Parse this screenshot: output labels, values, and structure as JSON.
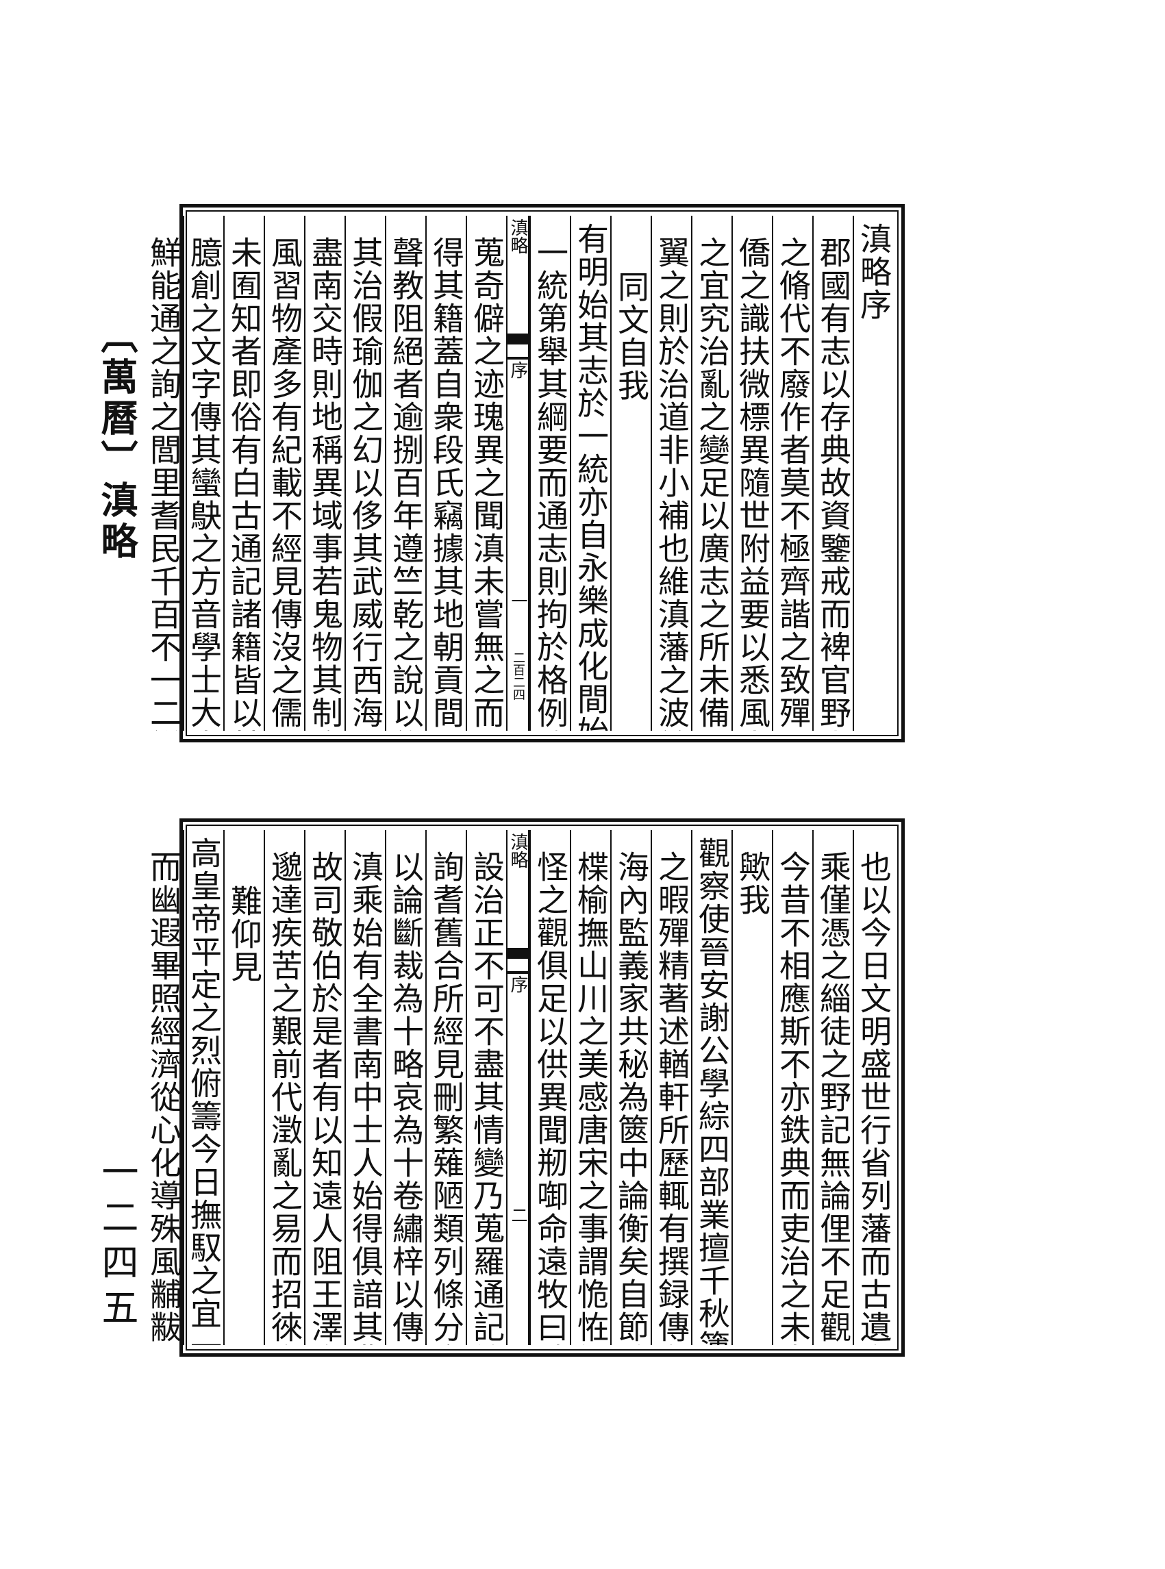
{
  "side_title": "〔萬曆〕滇略",
  "page_number": "一二四五",
  "folios": [
    {
      "heart": {
        "book": "滇略",
        "section": "序",
        "leaf": "一",
        "code": "二百二四"
      },
      "columns": [
        "滇略序",
        "郡國有志以存典故資鑒戒而裨官野史",
        "之脩代不廢作者莫不極齊諧之致殫國",
        "僑之識扶微標異隨世附益要以悉風土",
        "之宜究治亂之變足以廣志之所未備而",
        "翼之則於治道非小補也維滇藩之波於",
        "同文自我",
        "有明始其志於一統亦自永樂成化間始頤",
        "一統第舉其綱要而通志則拘於格例欲",
        "蒐奇僻之迹瑰異之聞滇未嘗無之而罕",
        "得其籍蓋自衆段氏竊據其地朝貢間通",
        "聲教阻絕者逾捌百年遵竺乾之說以飾",
        "其治假瑜伽之幻以侈其武威行西海利",
        "盡南交時則地稱異域事若鬼物其制度",
        "風習物產多有紀載不經見傳沒之儒所",
        "未囿知者即俗有白古通記諸籍皆以其",
        "臆創之文字傳其蠻鴃之方音學士大夫",
        "鮮能通之詢之閭里耆民千百不一二詳"
      ]
    },
    {
      "heart": {
        "book": "滇略",
        "section": "序",
        "leaf": "二",
        "code": ""
      },
      "columns": [
        "也以今日文明盛世行省列藩而古遺之",
        "乘僅憑之緇徒之野記無論俚不足觀而",
        "今昔不相應斯不亦鉄典而吏治之未光",
        "歟我",
        "觀察使晉安謝公學綜四部業擅千秋簿書",
        "之暇殫精著述輶軒所歷輒有撰録傳布",
        "海內監義家共秘為篋中論衡矣自節駐",
        "楪榆撫山川之美感唐宋之事謂恑恠譎",
        "怪之觀俱足以供異聞剏啣命遠牧曰地",
        "設治正不可不盡其情變乃蒐羅通記諮",
        "詢耆舊合所經見刪繁薙陋類列條分衷",
        "以論斷裁為十略哀為十卷繡梓以傳而",
        "滇乘始有全書南中士人始得俱諳其典",
        "故司敬伯於是者有以知遠人阻王澤之",
        "邈達疾苦之艱前代澂亂之易而招徠之",
        "難仰見",
        "高皇帝平定之烈俯籌今日撫馭之宜一展卷",
        "而幽遐畢照經濟從心化導殊風黼黻"
      ]
    }
  ]
}
